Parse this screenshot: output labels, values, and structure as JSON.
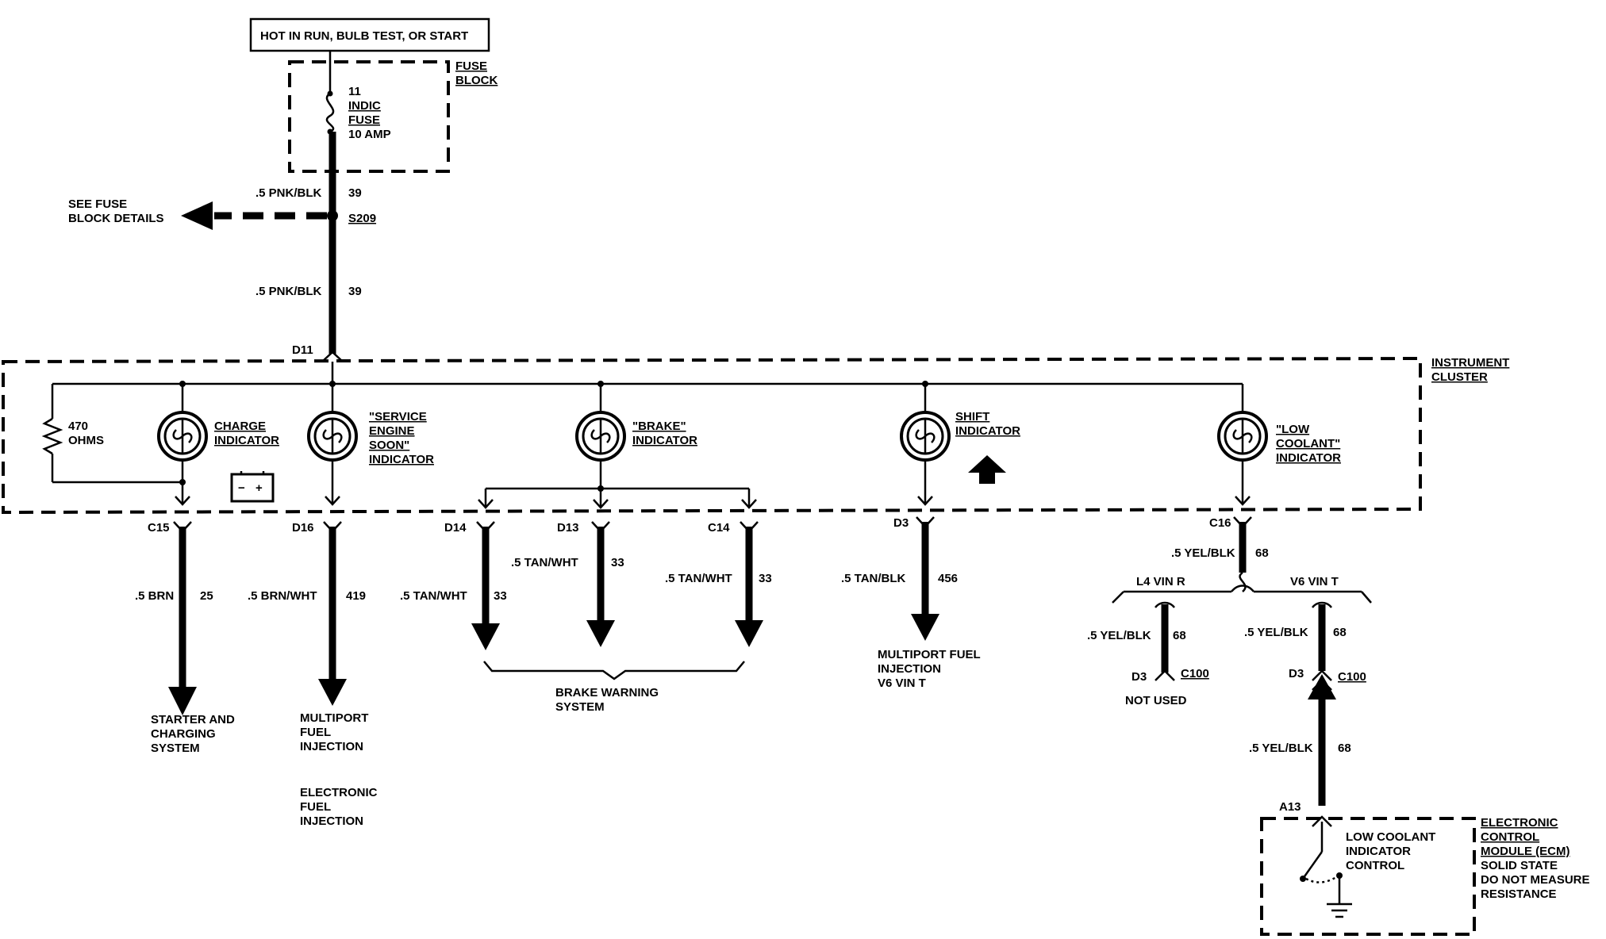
{
  "header": {
    "power_label": "HOT IN RUN, BULB TEST, OR START"
  },
  "fuse_block": {
    "title_line1": "FUSE",
    "title_line2": "BLOCK",
    "fuse_number": "11",
    "fuse_name_line1": "INDIC",
    "fuse_name_line2": "FUSE",
    "fuse_rating": "10 AMP"
  },
  "feed": {
    "wire_top": ".5 PNK/BLK",
    "circuit_top": "39",
    "splice": "S209",
    "wire_bottom": ".5 PNK/BLK",
    "circuit_bottom": "39",
    "see_details_line1": "SEE FUSE",
    "see_details_line2": "BLOCK DETAILS",
    "connector_in": "D11"
  },
  "cluster": {
    "title_line1": "INSTRUMENT",
    "title_line2": "CLUSTER",
    "resistor_value": "470",
    "resistor_unit": "OHMS",
    "bulbs": [
      {
        "line1": "CHARGE",
        "line2": "INDICATOR",
        "line3": "",
        "line4": ""
      },
      {
        "line1": "\"SERVICE",
        "line2": "ENGINE",
        "line3": "SOON\"",
        "line4": "INDICATOR"
      },
      {
        "line1": "\"BRAKE\"",
        "line2": "INDICATOR",
        "line3": "",
        "line4": ""
      },
      {
        "line1": "SHIFT",
        "line2": "INDICATOR",
        "line3": "",
        "line4": ""
      },
      {
        "line1": "\"LOW",
        "line2": "COOLANT\"",
        "line3": "INDICATOR",
        "line4": ""
      }
    ]
  },
  "outputs": {
    "charge": {
      "connector": "C15",
      "wire": ".5 BRN",
      "circuit": "25",
      "dest_line1": "STARTER AND",
      "dest_line2": "CHARGING",
      "dest_line3": "SYSTEM"
    },
    "ses": {
      "connector": "D16",
      "wire": ".5 BRN/WHT",
      "circuit": "419",
      "dest_line1": "MULTIPORT",
      "dest_line2": "FUEL",
      "dest_line3": "INJECTION",
      "dest2_line1": "ELECTRONIC",
      "dest2_line2": "FUEL",
      "dest2_line3": "INJECTION"
    },
    "brake": [
      {
        "connector": "D14",
        "wire": ".5 TAN/WHT",
        "circuit": "33"
      },
      {
        "connector": "D13",
        "wire": ".5 TAN/WHT",
        "circuit": "33"
      },
      {
        "connector": "C14",
        "wire": ".5 TAN/WHT",
        "circuit": "33"
      }
    ],
    "brake_dest_line1": "BRAKE WARNING",
    "brake_dest_line2": "SYSTEM",
    "shift": {
      "connector": "D3",
      "wire": ".5 TAN/BLK",
      "circuit": "456",
      "dest_line1": "MULTIPORT FUEL",
      "dest_line2": "INJECTION",
      "dest_line3": "V6 VIN T"
    },
    "coolant": {
      "connector": "C16",
      "wire": ".5 YEL/BLK",
      "circuit": "68",
      "branch_left": "L4 VIN R",
      "branch_right": "V6 VIN T",
      "left_wire": ".5 YEL/BLK",
      "left_circuit": "68",
      "left_conn": "D3",
      "left_conn_name": "C100",
      "left_note": "NOT USED",
      "right_wire": ".5 YEL/BLK",
      "right_circuit": "68",
      "right_conn": "D3",
      "right_conn_name": "C100",
      "ecm_wire": ".5 YEL/BLK",
      "ecm_circuit": "68",
      "ecm_pin": "A13"
    }
  },
  "ecm": {
    "control_line1": "LOW COOLANT",
    "control_line2": "INDICATOR",
    "control_line3": "CONTROL",
    "title_line1": "ELECTRONIC",
    "title_line2": "CONTROL",
    "title_line3": "MODULE (ECM)",
    "note_line1": "SOLID STATE",
    "note_line2": "DO NOT MEASURE",
    "note_line3": "RESISTANCE"
  }
}
